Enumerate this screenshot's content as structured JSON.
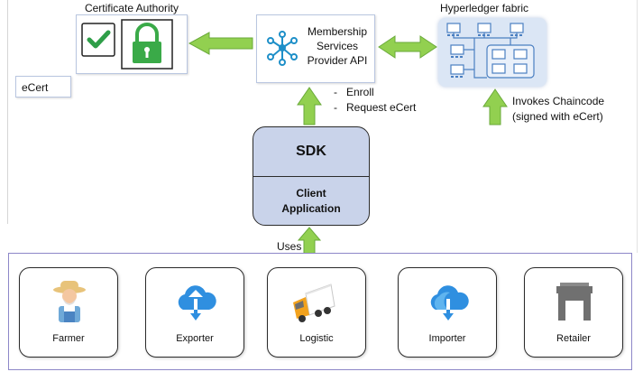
{
  "certificate_authority": {
    "title": "Certificate Authority"
  },
  "ecert": {
    "label": "eCert"
  },
  "msp": {
    "line1": "Membership",
    "line2": "Services",
    "line3": "Provider API"
  },
  "sdk_actions": {
    "enroll": "Enroll",
    "request_ecert": "Request eCert"
  },
  "hyperledger": {
    "title": "Hyperledger fabric"
  },
  "invokes": {
    "line1": "Invokes Chaincode",
    "line2": "(signed with eCert)"
  },
  "sdk": {
    "title": "SDK",
    "client_line1": "Client",
    "client_line2": "Application"
  },
  "uses": {
    "label": "Uses"
  },
  "users": [
    {
      "name": "Farmer",
      "icon": "farmer-icon"
    },
    {
      "name": "Exporter",
      "icon": "cloud-download-icon"
    },
    {
      "name": "Logistic",
      "icon": "truck-icon"
    },
    {
      "name": "Importer",
      "icon": "cloud-sync-icon"
    },
    {
      "name": "Retailer",
      "icon": "store-icon"
    }
  ],
  "colors": {
    "arrow_green": "#92d050",
    "arrow_outline": "#6aaa3a",
    "check_green": "#2e9e48",
    "lock_green": "#3aaa48",
    "cloud_blue": "#2f8fe0",
    "truck_orange": "#f2a21d",
    "sdk_fill": "#c9d3ea",
    "fabric_bg": "#dbe6f5",
    "panel_border": "#8d87c8"
  }
}
